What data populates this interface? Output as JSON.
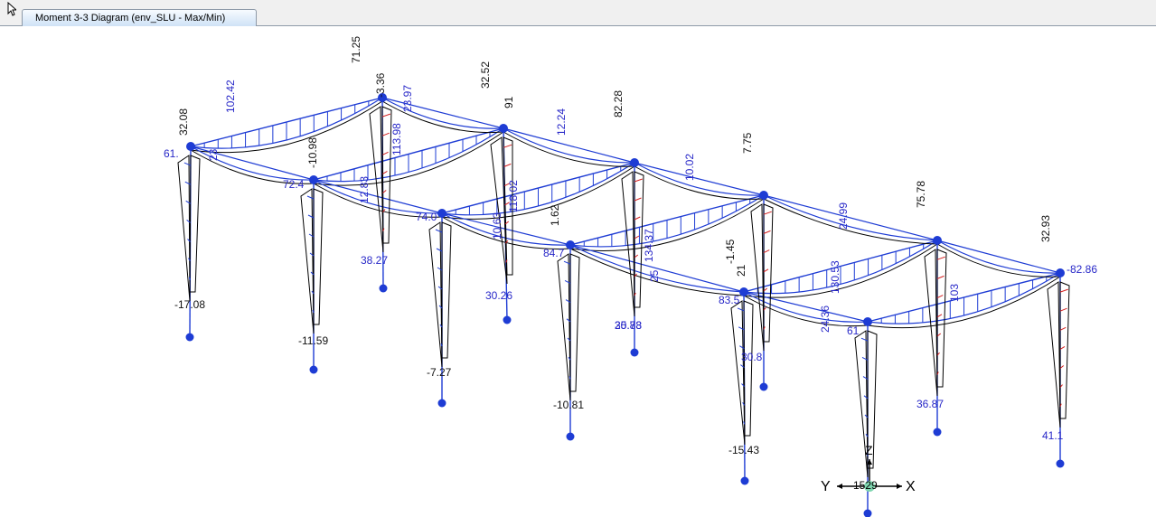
{
  "tab": {
    "label": "Moment 3-3 Diagram (env_SLU - Max/Min)"
  },
  "colors": {
    "member": "#1e3cd4",
    "node": "#1e3cd4",
    "envelope": "#000000",
    "hatch_neg": "#d42020",
    "label_blue": "#2828c8",
    "label_black": "#111111"
  },
  "axes": {
    "x_label": "X",
    "y_label": "Y",
    "z_label": "Z",
    "origin_text": "1529"
  },
  "labels_black": [
    "71.25",
    "-3.36",
    "32.52",
    "91",
    "32.08",
    "82.28",
    "7.75",
    "-10.98",
    "1.62",
    "-1.45",
    "21",
    "75.78",
    "32.93",
    "-17.08",
    "-11.59",
    "-7.27",
    "-10.81",
    "-15.43"
  ],
  "labels_blue": [
    "61.",
    "102.42",
    "23",
    "23.97",
    "72.4",
    "113.98",
    "12.83",
    "12.24",
    "10.02",
    "74.0",
    "118.02",
    "10.63",
    "84.7",
    "134.37",
    "25",
    "25.83",
    "24.99",
    "83.5",
    "130.53",
    "24.36",
    "61",
    "103",
    "30.8",
    "38.27",
    "30.26",
    "30.78",
    "36.87",
    "41.1",
    "-82.86"
  ]
}
